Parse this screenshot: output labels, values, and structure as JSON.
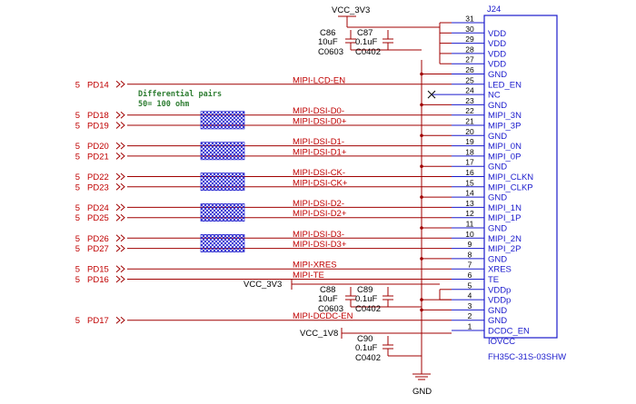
{
  "ref": "J24",
  "part_number": "FH35C-31S-03SHW",
  "diff_note_title": "Differential pairs",
  "diff_note_impedance": "50= 100 ohm",
  "ground_label": "GND",
  "pins": [
    {
      "num": "31",
      "name": ""
    },
    {
      "num": "30",
      "name": "VDD"
    },
    {
      "num": "29",
      "name": "VDD"
    },
    {
      "num": "28",
      "name": "VDD"
    },
    {
      "num": "27",
      "name": "VDD"
    },
    {
      "num": "26",
      "name": "GND"
    },
    {
      "num": "25",
      "name": "LED_EN"
    },
    {
      "num": "24",
      "name": "NC"
    },
    {
      "num": "23",
      "name": "GND"
    },
    {
      "num": "22",
      "name": "MIPI_3N"
    },
    {
      "num": "21",
      "name": "MIPI_3P"
    },
    {
      "num": "20",
      "name": "GND"
    },
    {
      "num": "19",
      "name": "MIPI_0N"
    },
    {
      "num": "18",
      "name": "MIPI_0P"
    },
    {
      "num": "17",
      "name": "GND"
    },
    {
      "num": "16",
      "name": "MIPI_CLKN"
    },
    {
      "num": "15",
      "name": "MIPI_CLKP"
    },
    {
      "num": "14",
      "name": "GND"
    },
    {
      "num": "13",
      "name": "MIPI_1N"
    },
    {
      "num": "12",
      "name": "MIPI_1P"
    },
    {
      "num": "11",
      "name": "GND"
    },
    {
      "num": "10",
      "name": "MIPI_2N"
    },
    {
      "num": "9",
      "name": "MIPI_2P"
    },
    {
      "num": "8",
      "name": "GND"
    },
    {
      "num": "7",
      "name": "XRES"
    },
    {
      "num": "6",
      "name": "TE"
    },
    {
      "num": "5",
      "name": "VDDp"
    },
    {
      "num": "4",
      "name": "VDDp"
    },
    {
      "num": "3",
      "name": "GND"
    },
    {
      "num": "2",
      "name": "GND"
    },
    {
      "num": "1",
      "name": "DCDC_EN"
    },
    {
      "num": "",
      "name": "IOVCC"
    }
  ],
  "ports": [
    {
      "sheet": "5",
      "port": "PD14",
      "net": "MIPI-LCD-EN"
    },
    {
      "sheet": "5",
      "port": "PD18",
      "net": "MIPI-DSI-D0-"
    },
    {
      "sheet": "5",
      "port": "PD19",
      "net": "MIPI-DSI-D0+"
    },
    {
      "sheet": "5",
      "port": "PD20",
      "net": "MIPI-DSI-D1-"
    },
    {
      "sheet": "5",
      "port": "PD21",
      "net": "MIPI-DSI-D1+"
    },
    {
      "sheet": "5",
      "port": "PD22",
      "net": "MIPI-DSI-CK-"
    },
    {
      "sheet": "5",
      "port": "PD23",
      "net": "MIPI-DSI-CK+"
    },
    {
      "sheet": "5",
      "port": "PD24",
      "net": "MIPI-DSI-D2-"
    },
    {
      "sheet": "5",
      "port": "PD25",
      "net": "MIPI-DSI-D2+"
    },
    {
      "sheet": "5",
      "port": "PD26",
      "net": "MIPI-DSI-D3-"
    },
    {
      "sheet": "5",
      "port": "PD27",
      "net": "MIPI-DSI-D3+"
    },
    {
      "sheet": "5",
      "port": "PD15",
      "net": "MIPI-XRES"
    },
    {
      "sheet": "5",
      "port": "PD16",
      "net": "MIPI-TE"
    },
    {
      "sheet": "5",
      "port": "PD17",
      "net": "MIPI-DCDC-EN"
    }
  ],
  "power": [
    {
      "net": "VCC_3V3"
    },
    {
      "net": "VCC_3V3"
    },
    {
      "net": "VCC_1V8"
    }
  ],
  "caps": [
    {
      "ref": "C86",
      "value": "10uF",
      "package": "C0603"
    },
    {
      "ref": "C87",
      "value": "0.1uF",
      "package": "C0402"
    },
    {
      "ref": "C88",
      "value": "10uF",
      "package": "C0603"
    },
    {
      "ref": "C89",
      "value": "0.1uF",
      "package": "C0402"
    },
    {
      "ref": "C90",
      "value": "0.1uF",
      "package": "C0402"
    }
  ]
}
